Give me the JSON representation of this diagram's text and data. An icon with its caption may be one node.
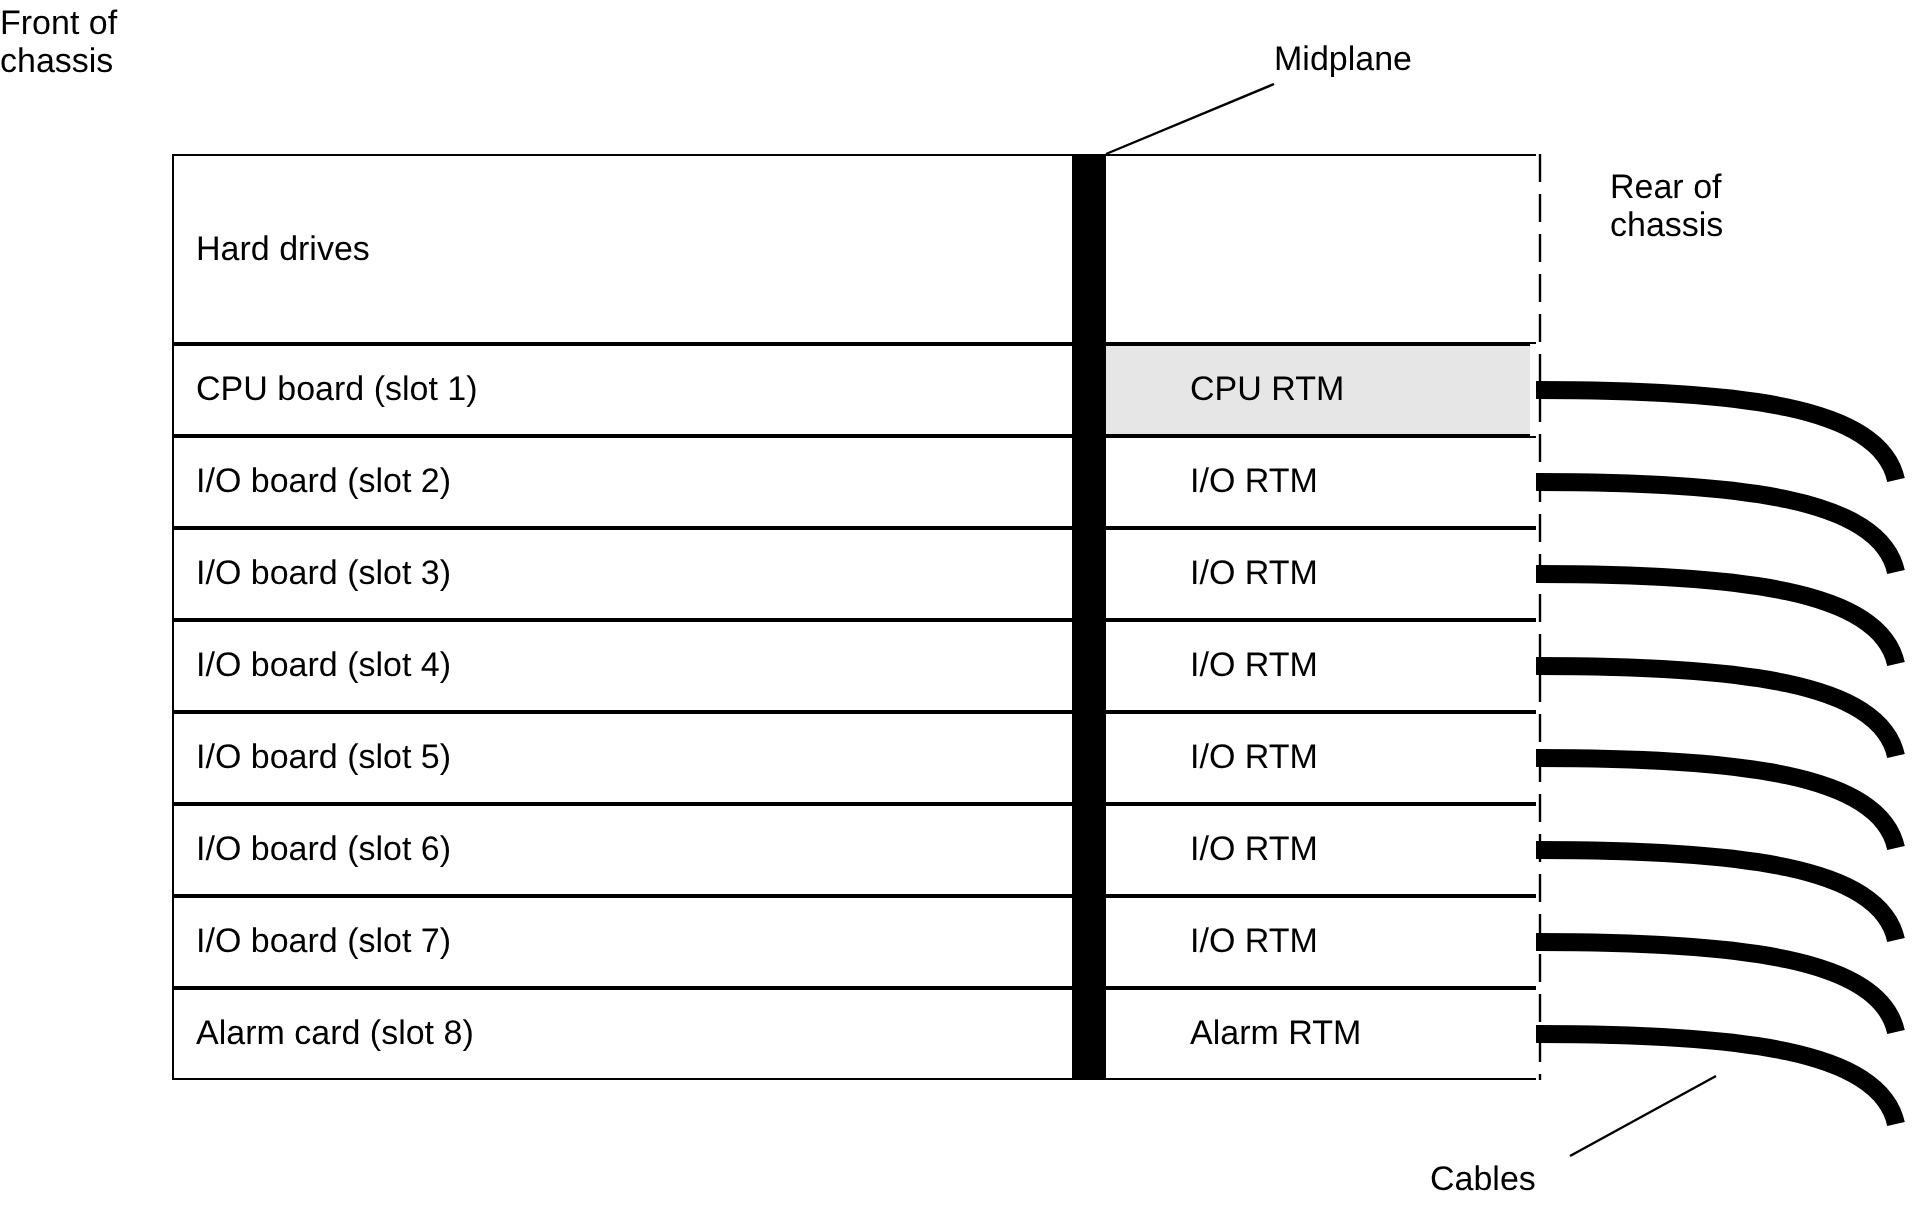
{
  "diagram": {
    "nodes": [
      {
        "text": [
          "Hard drives"
        ]
      },
      {
        "text": [],
        "shape": "box"
      },
      {
        "text": [
          "CPU board (slot 1)"
        ]
      },
      {
        "text": [
          "CPU RTM"
        ]
      },
      {
        "text": [
          "I/O board (slot 2)"
        ]
      },
      {
        "text": [
          "I/O RTM"
        ]
      },
      {
        "text": [
          "I/O board (slot 3)"
        ]
      },
      {
        "text": [
          "I/O RTM"
        ]
      },
      {
        "text": [
          "I/O board (slot 4)"
        ]
      },
      {
        "text": [
          "I/O RTM"
        ]
      },
      {
        "text": [
          "I/O board (slot 5)"
        ]
      },
      {
        "text": [
          "I/O RTM"
        ]
      },
      {
        "text": [
          "I/O board (slot 6)"
        ]
      },
      {
        "text": [
          "I/O RTM"
        ]
      },
      {
        "text": [
          "I/O board (slot 7)"
        ]
      },
      {
        "text": [
          "I/O RTM"
        ]
      },
      {
        "text": [
          "Alarm card (slot 8)"
        ]
      },
      {
        "text": [
          "Alarm RTM"
        ]
      },
      {
        "text": [],
        "shape": "bar"
      },
      {
        "text": [
          "Midplane"
        ]
      },
      {
        "text": [
          "Cables"
        ]
      }
    ],
    "edges": [
      {
        "from": 19,
        "to": 18,
        "arrow": "none"
      },
      {
        "from": 3,
        "to": null,
        "arrow": "none"
      },
      {
        "from": 5,
        "to": null,
        "arrow": "none"
      },
      {
        "from": 7,
        "to": null,
        "arrow": "none"
      },
      {
        "from": 9,
        "to": null,
        "arrow": "none"
      },
      {
        "from": 11,
        "to": null,
        "arrow": "none"
      },
      {
        "from": 13,
        "to": null,
        "arrow": "none"
      },
      {
        "from": 15,
        "to": null,
        "arrow": "none"
      },
      {
        "from": 17,
        "to": null,
        "arrow": "none"
      },
      {
        "from": 20,
        "to": null,
        "arrow": "none"
      }
    ],
    "labels": [
      "Front of chassis",
      "Rear of chassis"
    ]
  }
}
